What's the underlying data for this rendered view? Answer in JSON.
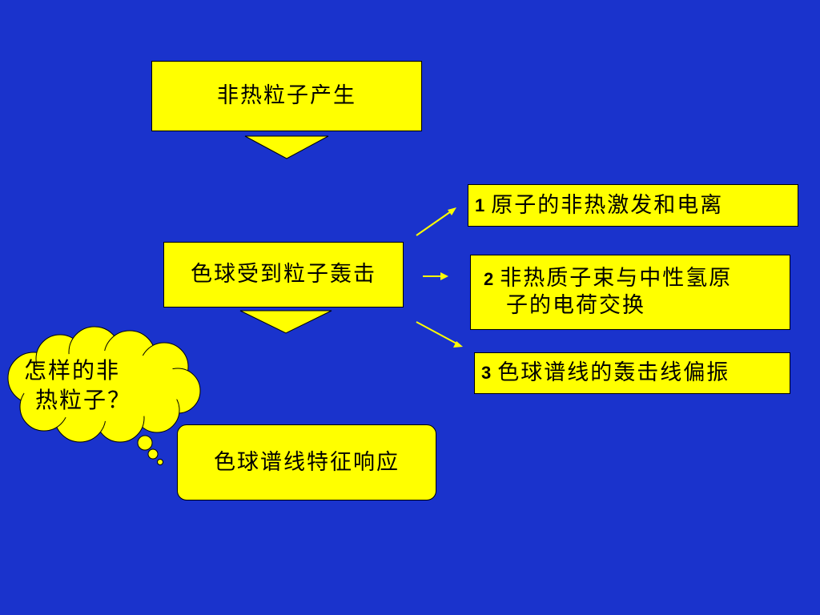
{
  "diagram": {
    "source": "非热粒子产生",
    "process": "色球受到粒子轰击",
    "response": "色球谱线特征响应",
    "effects": [
      {
        "num": "1",
        "text": "原子的非热激发和电离"
      },
      {
        "num": "2",
        "line1": "非热质子束与中性氢原",
        "line2": "子的电荷交换"
      },
      {
        "num": "3",
        "text": "色球谱线的轰击线偏振"
      }
    ],
    "thought": {
      "line1": "怎样的非",
      "line2": "热粒子？"
    }
  },
  "colors": {
    "background": "#1a33cc",
    "box_fill": "#ffff00",
    "arrow_stroke": "#ffff00"
  }
}
